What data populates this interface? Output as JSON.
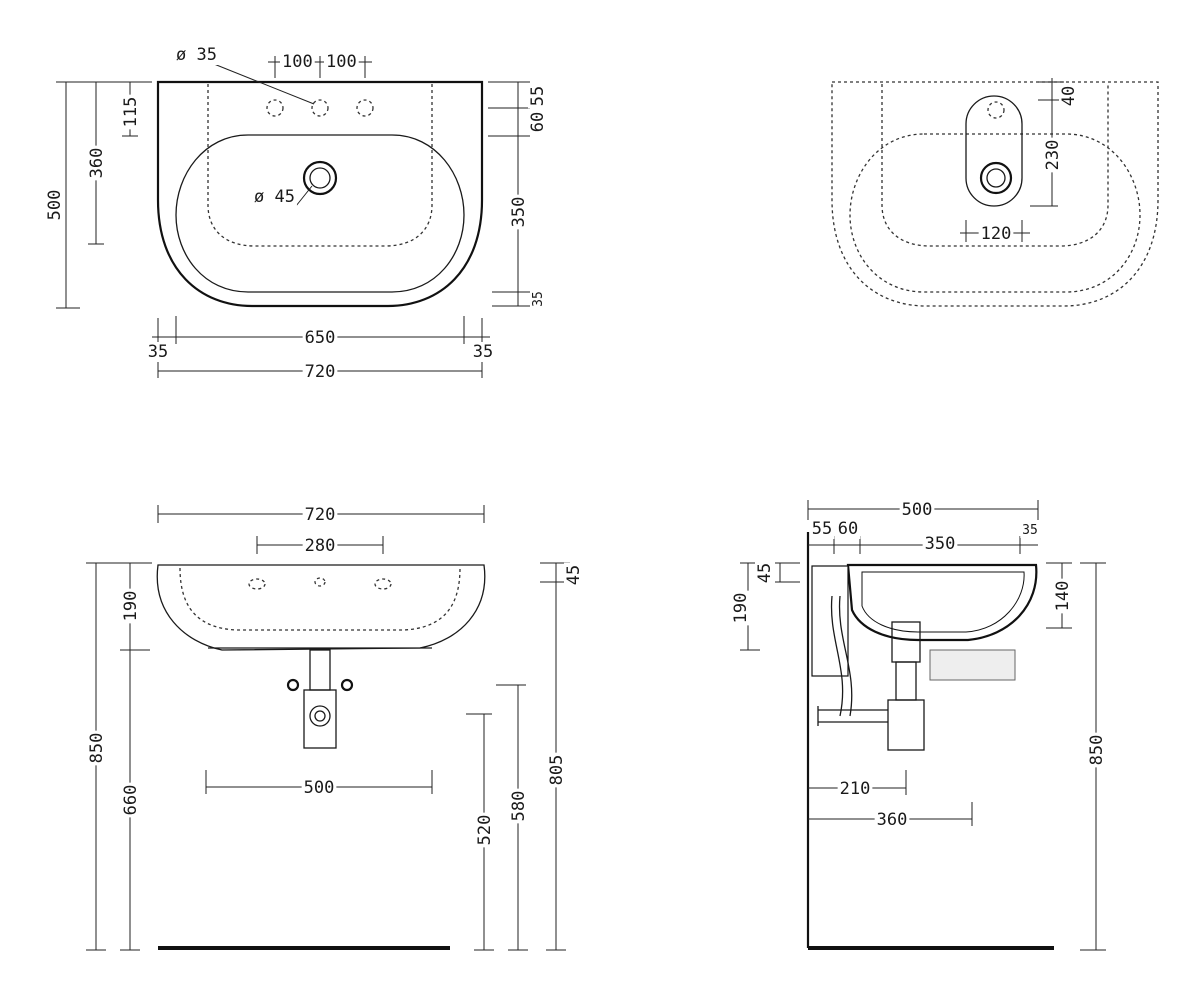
{
  "views": {
    "top": {
      "dims": {
        "d_hole": "ø 35",
        "d_drain": "ø 45",
        "spacing_left": "100",
        "spacing_right": "100",
        "offset_115": "115",
        "height_360": "360",
        "depth_500": "500",
        "right_55": "55",
        "right_60": "60",
        "right_350": "350",
        "right_35": "35",
        "inner_650": "650",
        "edge_left_35": "35",
        "edge_right_35": "35",
        "width_720": "720"
      }
    },
    "plan_hidden": {
      "dims": {
        "d_40": "40",
        "d_230": "230",
        "d_120": "120"
      }
    },
    "front": {
      "dims": {
        "width_720": "720",
        "holes_280": "280",
        "h_190": "190",
        "h_850": "850",
        "h_660": "660",
        "bracket_500": "500",
        "h_520": "520",
        "h_580": "580",
        "h_805": "805",
        "h_45": "45"
      }
    },
    "side": {
      "dims": {
        "depth_500": "500",
        "d_55": "55",
        "d_60": "60",
        "d_350": "350",
        "d_35": "35",
        "h_45": "45",
        "h_190": "190",
        "h_140": "140",
        "h_850": "850",
        "d_210": "210",
        "d_360": "360"
      }
    }
  }
}
